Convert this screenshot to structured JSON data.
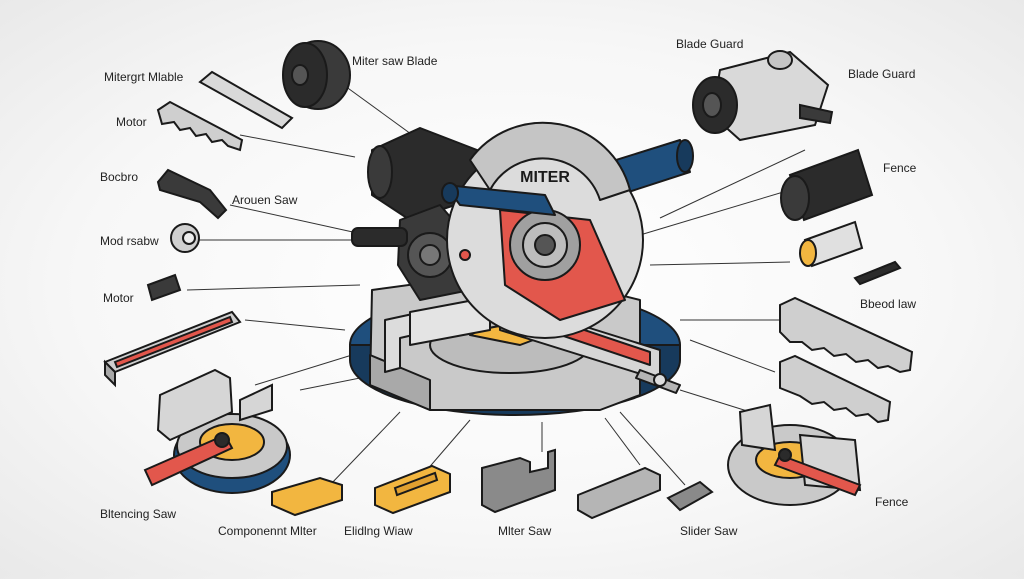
{
  "labels": {
    "miter_saw_blade": "Miter saw Blade",
    "blade_guard_top": "Blade Guard",
    "blade_guard_right": "Blade Guard",
    "mitergrt_mlable": "Mitergrt Mlable",
    "motor_top": "Motor",
    "bocbro": "Bocbro",
    "arouen_saw": "Arouen Saw",
    "mod_rsabw": "Mod rsabw",
    "motor_mid": "Motor",
    "fence_right": "Fence",
    "bbeod_law": "Bbeod law",
    "blending_saw": "Bltencing Saw",
    "component_miter": "Componennt Mlter",
    "elding_wiaw": "Elidlng Wiaw",
    "miter_saw_bottom": "Mlter Saw",
    "slider_saw": "Slider Saw",
    "fence_bottom": "Fence",
    "blade_housing_text": "MITER"
  },
  "colors": {
    "outline": "#1a1a1a",
    "gray_light": "#d9d9d9",
    "gray_mid": "#b5b5b5",
    "gray_dark": "#8a8a8a",
    "navy": "#1f4f7d",
    "navy_dark": "#173a5c",
    "red_blade": "#e2574c",
    "yellow": "#f2b640",
    "black_part": "#2b2b2b"
  }
}
